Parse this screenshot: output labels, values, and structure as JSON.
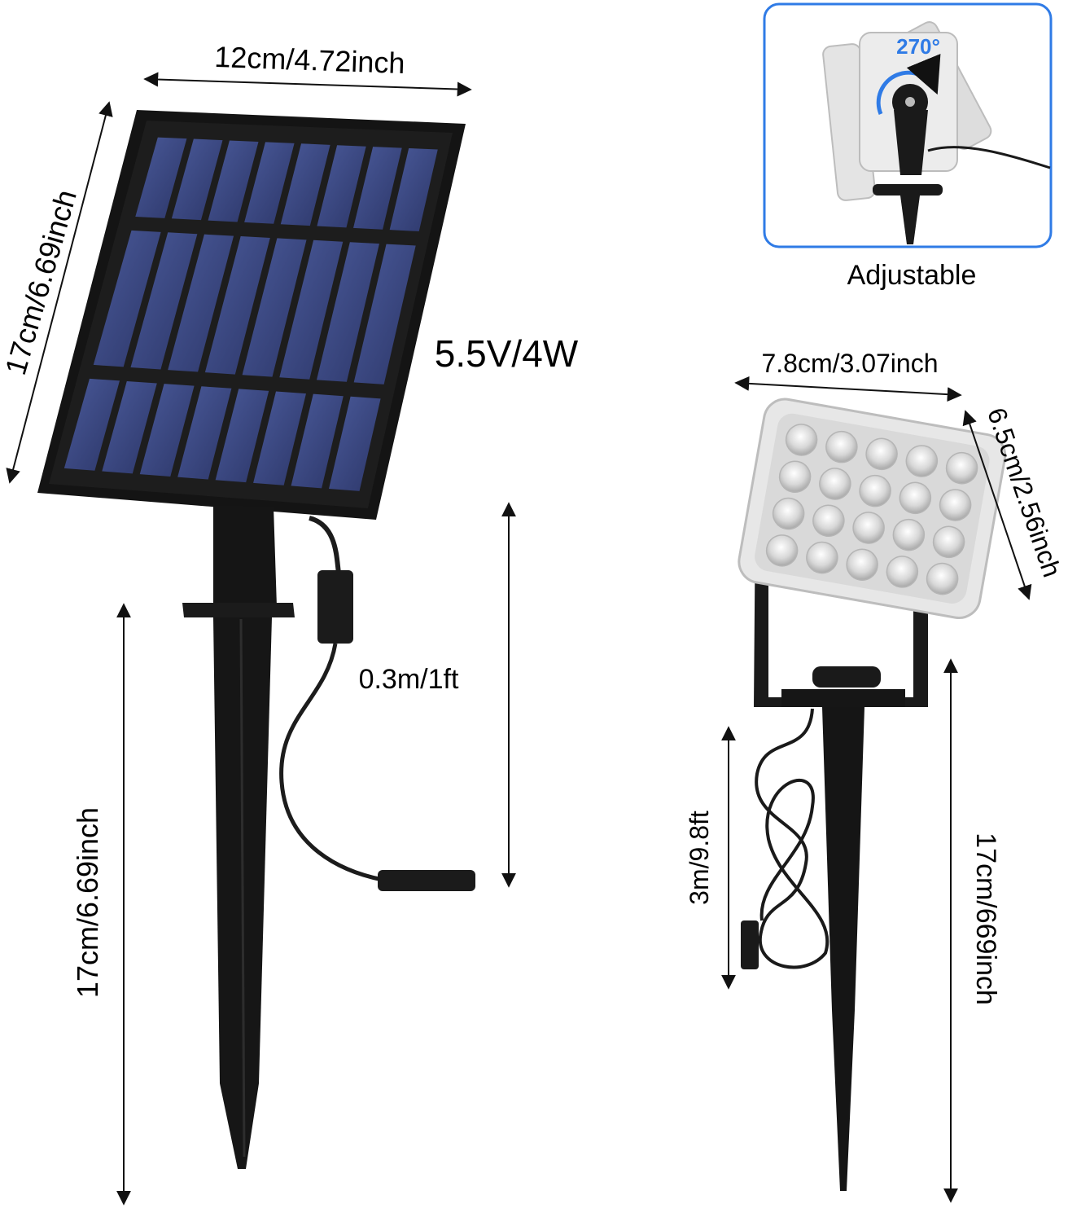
{
  "panel": {
    "width_label": "12cm/4.72inch",
    "height_label": "17cm/6.69inch",
    "rating_label": "5.5V/4W",
    "cable_label": "0.3m/1ft",
    "stake_label": "17cm/6.69inch"
  },
  "inset": {
    "rotation_label": "270°",
    "caption": "Adjustable"
  },
  "spotlight": {
    "width_label": "7.8cm/3.07inch",
    "depth_label": "6.5cm/2.56inch",
    "cable_label": "3m/9.8ft",
    "stake_label": "17cm/669inch"
  },
  "colors": {
    "accent": "#2f7be6",
    "cell": "#3b4a86",
    "frame": "#151515",
    "led_body": "#e9e9e9"
  }
}
